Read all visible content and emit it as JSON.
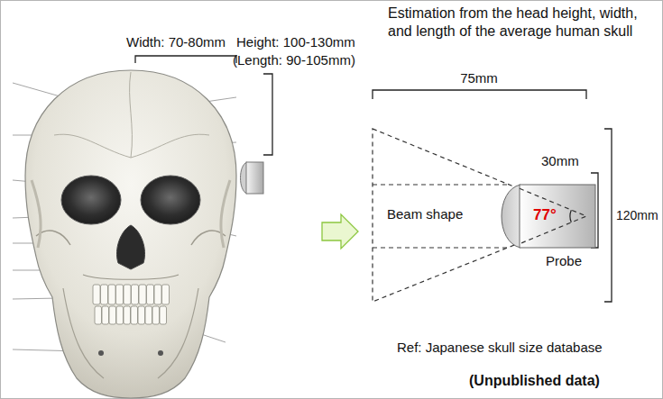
{
  "diagram": {
    "nodes": [
      {
        "text": [
          "Beam shape"
        ]
      },
      {
        "text": [
          "77°",
          "Probe"
        ]
      }
    ],
    "labels": [
      "Width: 70-80mm",
      "Height: 100-130mm",
      "(Length: 90-105mm)",
      "Estimation from the head height, width, and length of the average human skull",
      "75mm",
      "30mm",
      "120mm",
      "Ref: Japanese skull size database",
      "(Unpublished data)"
    ]
  }
}
